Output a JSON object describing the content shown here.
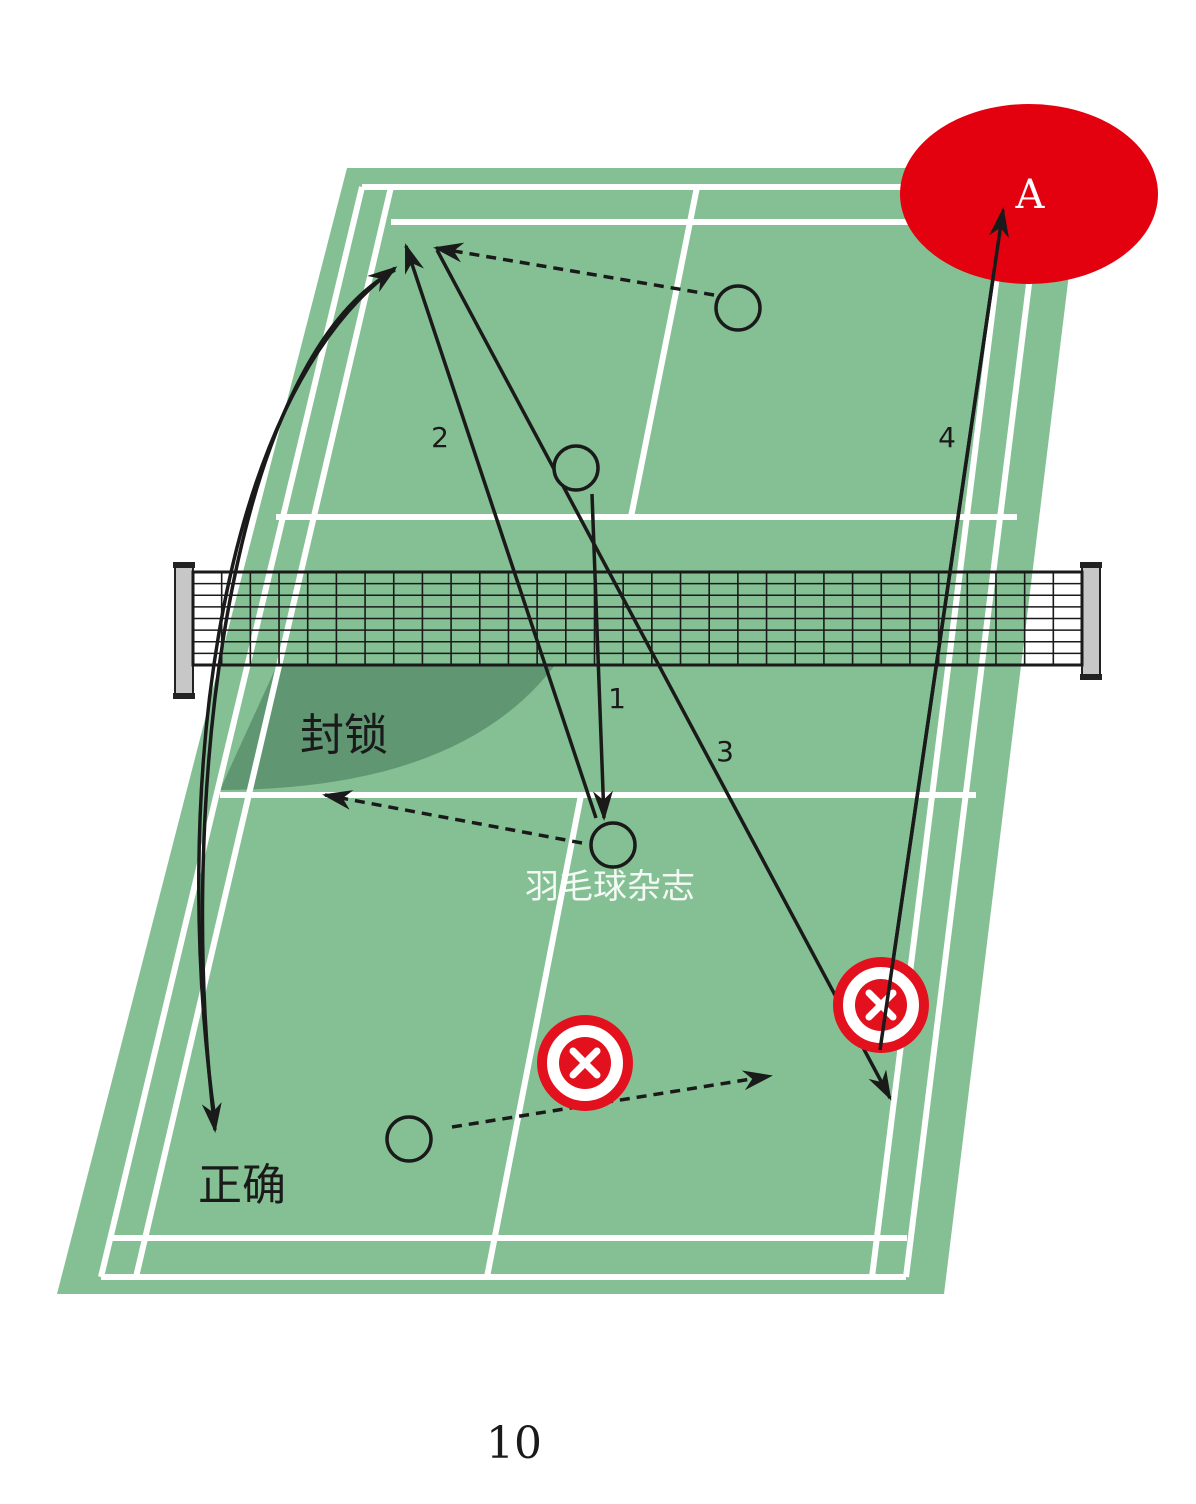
{
  "labels": {
    "shot_1": "1",
    "shot_2": "2",
    "shot_3": "3",
    "shot_4": "4",
    "target_a": "A",
    "block_zone": "封锁",
    "correct": "正确",
    "watermark": "羽毛球杂志",
    "page_number": "10"
  },
  "colors": {
    "court": "#84c093",
    "court_lines": "#ffffff",
    "block_zone": "#5e9370",
    "target": "#e3000f",
    "wrong_mark": "#e3101e",
    "ink": "#1a1a1a"
  },
  "icons": {
    "wrong_position": "circled-x-icon",
    "player": "player-circle-icon"
  }
}
